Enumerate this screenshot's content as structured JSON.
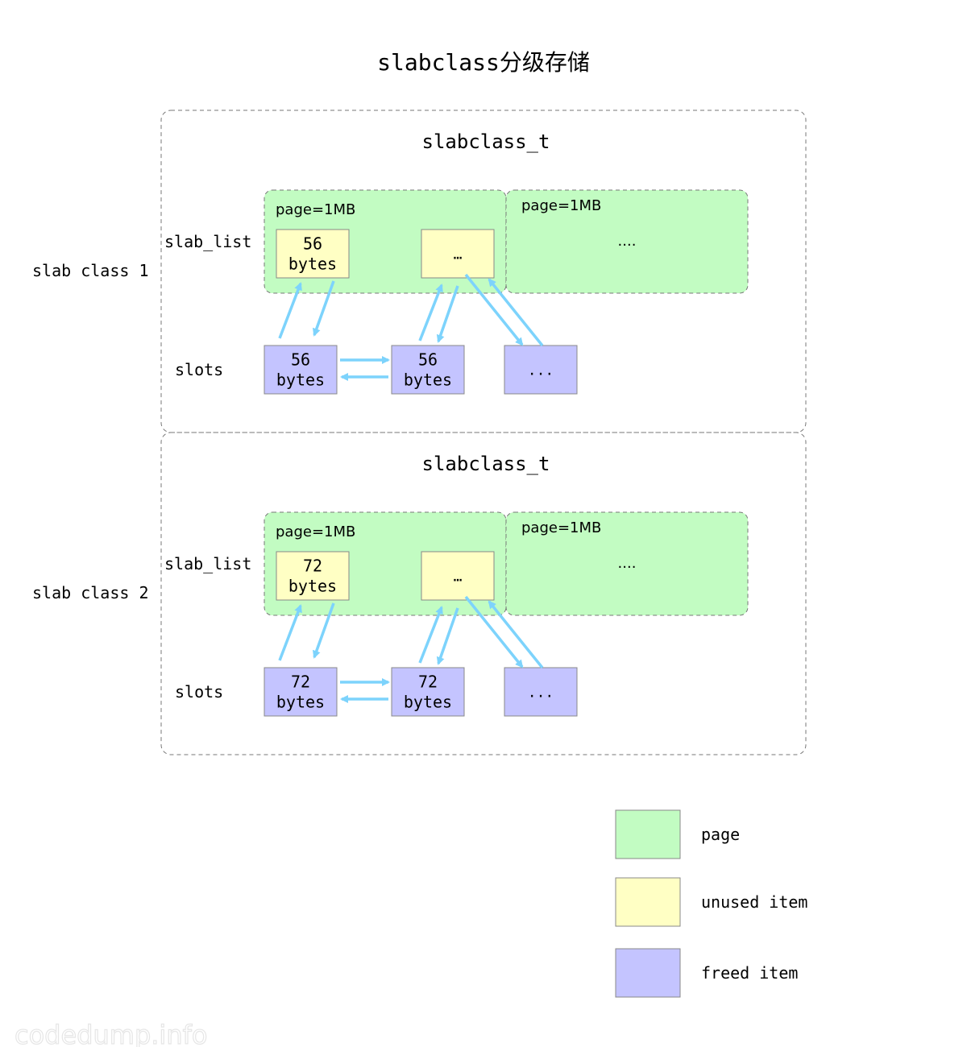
{
  "title": "slabclass分级存储",
  "colors": {
    "page": "#c2fcc2",
    "unused_item": "#ffffc4",
    "freed_item": "#c4c4ff",
    "arrow": "#7dd3fc",
    "border": "#888888"
  },
  "slab_classes": [
    {
      "label": "slab class 1",
      "struct_name": "slabclass_t",
      "slab_list_label": "slab_list",
      "slots_label": "slots",
      "pages": [
        {
          "label": "page=1MB",
          "items": [
            "56\nbytes",
            "…"
          ]
        },
        {
          "label": "page=1MB",
          "content": "...."
        }
      ],
      "slots": [
        "56\nbytes",
        "56\nbytes",
        "..."
      ]
    },
    {
      "label": "slab class 2",
      "struct_name": "slabclass_t",
      "slab_list_label": "slab_list",
      "slots_label": "slots",
      "pages": [
        {
          "label": "page=1MB",
          "items": [
            "72\nbytes",
            "…"
          ]
        },
        {
          "label": "page=1MB",
          "content": "...."
        }
      ],
      "slots": [
        "72\nbytes",
        "72\nbytes",
        "..."
      ]
    }
  ],
  "legend": [
    {
      "label": "page",
      "color": "#c2fcc2"
    },
    {
      "label": "unused item",
      "color": "#ffffc4"
    },
    {
      "label": "freed item",
      "color": "#c4c4ff"
    }
  ],
  "watermark": "codedump.info"
}
